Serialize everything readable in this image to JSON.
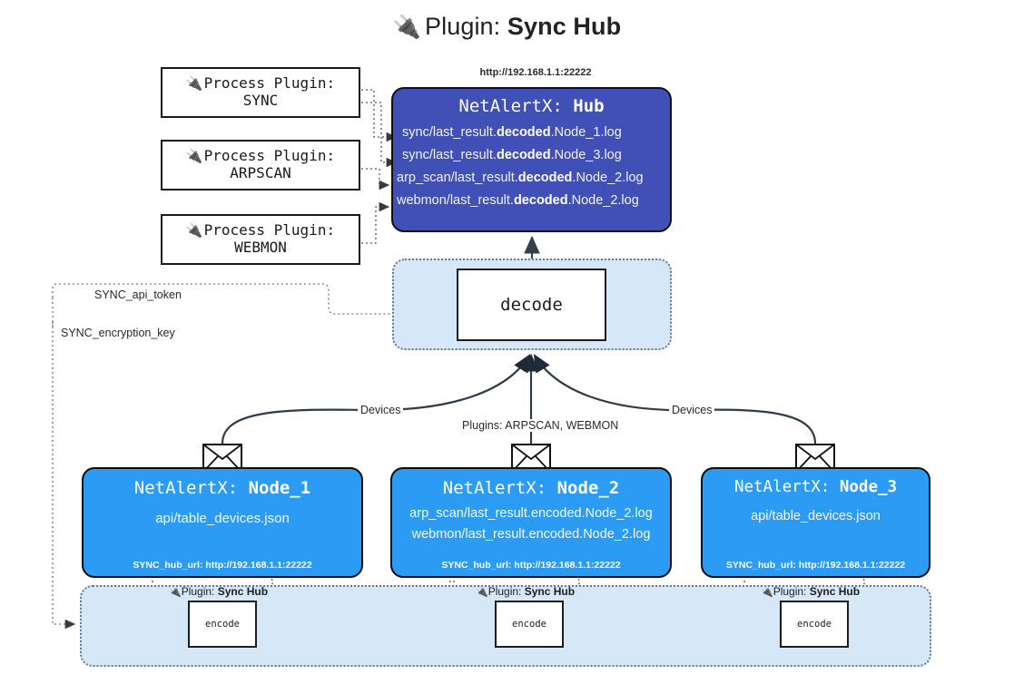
{
  "title": {
    "icon": "plug-icon",
    "glyph": "🔌",
    "prefix": "Plugin:",
    "name": "Sync Hub"
  },
  "colors": {
    "hub_fill": "#4150b6",
    "node_fill": "#2b9bf3",
    "zone_fill": "#d6e7f8",
    "stroke": "#111111",
    "text_light": "#ffffff"
  },
  "process_plugins": [
    {
      "icon": "plug-icon",
      "glyph": "🔌",
      "line1": "Process Plugin:",
      "line2": "SYNC"
    },
    {
      "icon": "plug-icon",
      "glyph": "🔌",
      "line1": "Process Plugin:",
      "line2": "ARPSCAN"
    },
    {
      "icon": "plug-icon",
      "glyph": "🔌",
      "line1": "Process Plugin:",
      "line2": "WEBMON"
    }
  ],
  "hub": {
    "url": "http://192.168.1.1:22222",
    "title_prefix": "NetAlertX:",
    "title_name": "Hub",
    "lines": [
      {
        "pre": "sync/last_result.",
        "bold": "decoded",
        "post": ".Node_1.log"
      },
      {
        "pre": "sync/last_result.",
        "bold": "decoded",
        "post": ".Node_3.log"
      },
      {
        "pre": "arp_scan/last_result.",
        "bold": "decoded",
        "post": ".Node_2.log"
      },
      {
        "pre": "webmon/last_result.",
        "bold": "decoded",
        "post": ".Node_2.log"
      }
    ]
  },
  "decode": {
    "label": "decode"
  },
  "config_edges": {
    "api_token": "SYNC_api_token",
    "encryption_key": "SYNC_encryption_key"
  },
  "flow_labels": {
    "devices_left": "Devices",
    "devices_right": "Devices",
    "plugins_mid": "Plugins: ARPSCAN, WEBMON"
  },
  "nodes": [
    {
      "envelope_icon": "envelope-icon",
      "title_prefix": "NetAlertX:",
      "title_name": "Node_1",
      "lines": [
        "api/table_devices.json"
      ],
      "footer": "SYNC_hub_url: http://192.168.1.1:22222"
    },
    {
      "envelope_icon": "envelope-icon",
      "title_prefix": "NetAlertX:",
      "title_name": "Node_2",
      "lines": [
        "arp_scan/last_result.encoded.Node_2.log",
        "webmon/last_result.encoded.Node_2.log"
      ],
      "footer": "SYNC_hub_url: http://192.168.1.1:22222"
    },
    {
      "envelope_icon": "envelope-icon",
      "title_prefix": "NetAlertX:",
      "title_name": "Node_3",
      "lines": [
        "api/table_devices.json"
      ],
      "footer": "SYNC_hub_url: http://192.168.1.1:22222"
    }
  ],
  "encoders": [
    {
      "icon": "plug-icon",
      "glyph": "🔌",
      "tag_prefix": "Plugin:",
      "tag_name": "Sync Hub",
      "label": "encode"
    },
    {
      "icon": "plug-icon",
      "glyph": "🔌",
      "tag_prefix": "Plugin:",
      "tag_name": "Sync Hub",
      "label": "encode"
    },
    {
      "icon": "plug-icon",
      "glyph": "🔌",
      "tag_prefix": "Plugin:",
      "tag_name": "Sync Hub",
      "label": "encode"
    }
  ]
}
